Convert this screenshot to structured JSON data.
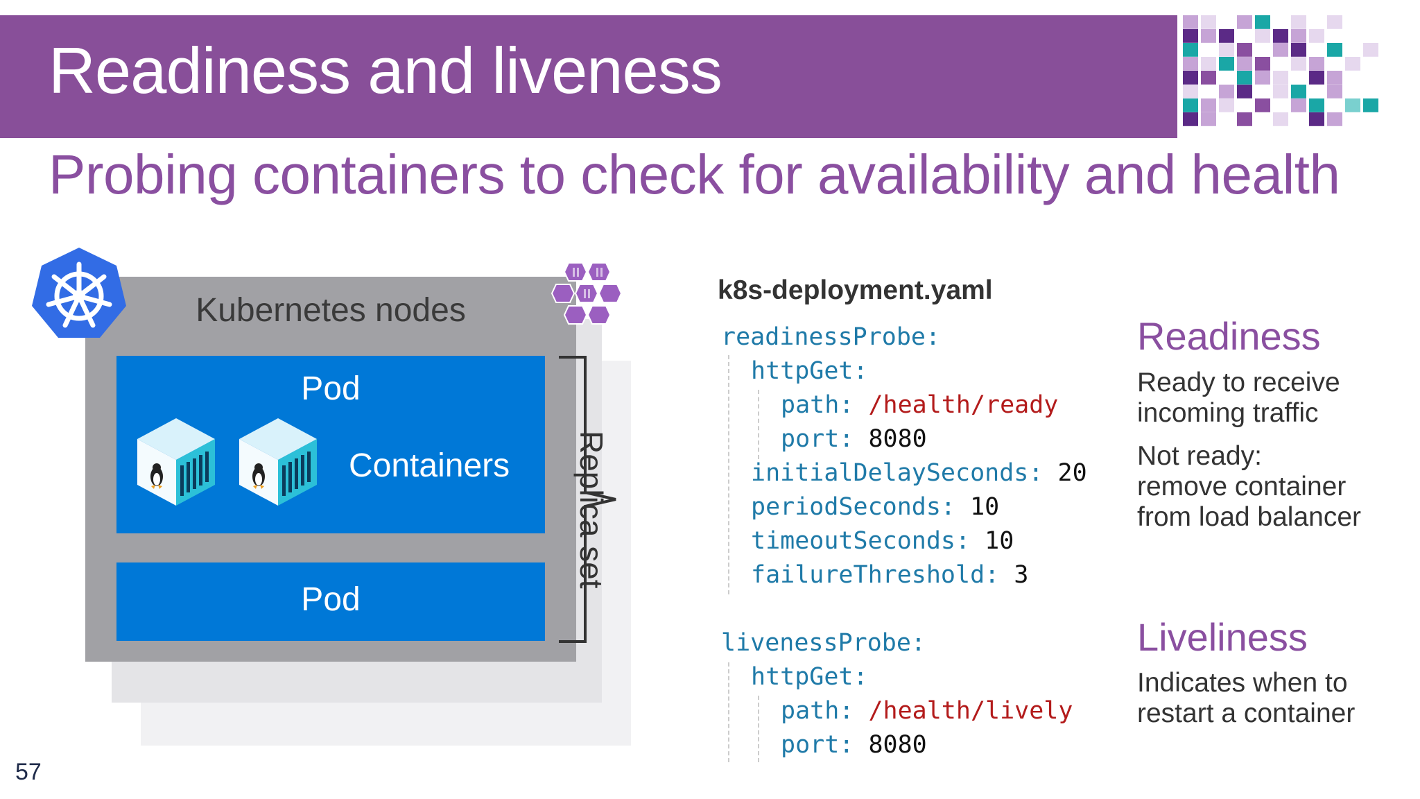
{
  "title": "Readiness and liveness",
  "subtitle": "Probing containers to check for availability and health",
  "diagram": {
    "nodes_label": "Kubernetes nodes",
    "pod_top_label": "Pod",
    "containers_label": "Containers",
    "pod_bottom_label": "Pod",
    "replica_label": "Replica set"
  },
  "code": {
    "filename": "k8s-deployment.yaml",
    "readiness": {
      "probe_key": "readinessProbe:",
      "httpget_key": "httpGet:",
      "path_key": "path:",
      "path_value": "/health/ready",
      "port_key": "port:",
      "port_value": "8080",
      "initial_delay_key": "initialDelaySeconds:",
      "initial_delay_value": "20",
      "period_key": "periodSeconds:",
      "period_value": "10",
      "timeout_key": "timeoutSeconds:",
      "timeout_value": "10",
      "failure_key": "failureThreshold:",
      "failure_value": "3"
    },
    "liveness": {
      "probe_key": "livenessProbe:",
      "httpget_key": "httpGet:",
      "path_key": "path:",
      "path_value": "/health/lively",
      "port_key": "port:",
      "port_value": "8080"
    }
  },
  "readiness_info": {
    "heading": "Readiness",
    "line1": "Ready to receive",
    "line2": "incoming traffic",
    "line3": "Not ready:",
    "line4": "remove container",
    "line5": "from load balancer"
  },
  "liveliness_info": {
    "heading": "Liveliness",
    "line1": "Indicates when to",
    "line2": "restart a container"
  },
  "page_number": "57",
  "colors": {
    "title_bar": "#884f99",
    "subtitle": "#8a4fa0",
    "pod_blue": "#0078d7",
    "node_gray": "#a1a1a5",
    "k8s_blue": "#326ce5",
    "mosaic_teal": "#1aa7a6"
  },
  "icons": [
    "kubernetes-logo-icon",
    "container-cluster-icon",
    "container-icon",
    "linux-penguin-icon"
  ]
}
